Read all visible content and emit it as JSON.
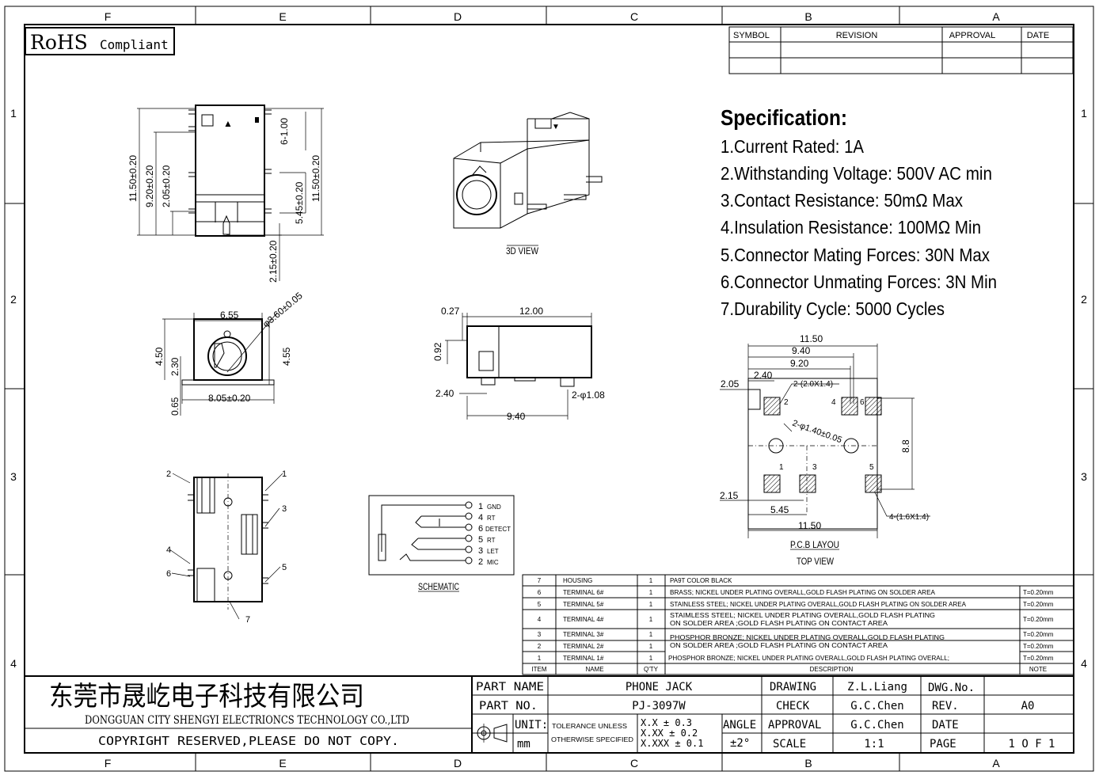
{
  "frame": {
    "col_labels": [
      "F",
      "E",
      "D",
      "C",
      "B",
      "A"
    ],
    "row_labels": [
      "1",
      "2",
      "3",
      "4"
    ]
  },
  "rohs": {
    "main": "RoHS",
    "sub": "Compliant"
  },
  "revision_table": {
    "headers": [
      "SYMBOL",
      "REVISION",
      "APPROVAL",
      "DATE"
    ]
  },
  "specification": {
    "title": "Specification:",
    "items": [
      "1.Current Rated: 1A",
      "2.Withstanding Voltage: 500V AC min",
      "3.Contact Resistance: 50mΩ Max",
      "4.Insulation Resistance: 100MΩ Min",
      "5.Connector Mating Forces: 30N Max",
      "6.Connector Unmating Forces: 3N Min",
      "7.Durability Cycle: 5000 Cycles"
    ]
  },
  "views": {
    "view3d": "3D VIEW",
    "schematic": "SCHEMATIC",
    "pcb_title": "P.C.B LAYOU",
    "pcb_sub": "TOP VIEW"
  },
  "dims_top": {
    "d1": "11.50±0.20",
    "d2": "9.20±0.20",
    "d3": "2.05±0.20",
    "d4": "6-1.00",
    "d5": "5.45±0.20",
    "d6": "11.50±0.20",
    "d7": "2.15±0.20"
  },
  "dims_front": {
    "w": "6.55",
    "dia": "φ3.60±0.05",
    "h1": "4.50",
    "h2": "2.30",
    "h3": "4.55",
    "base": "8.05±0.20",
    "foot": "0.65"
  },
  "dims_side": {
    "a": "0.27",
    "b": "12.00",
    "c": "0.92",
    "d": "2.40",
    "e": "2-φ1.08",
    "f": "9.40"
  },
  "pins_bottom": [
    "2",
    "1",
    "3",
    "4",
    "5",
    "6",
    "7"
  ],
  "schematic_pins": [
    {
      "num": "1",
      "name": "GND"
    },
    {
      "num": "4",
      "name": "RT"
    },
    {
      "num": "6",
      "name": "DETECT"
    },
    {
      "num": "5",
      "name": "RT"
    },
    {
      "num": "3",
      "name": "LET"
    },
    {
      "num": "2",
      "name": "MIC"
    }
  ],
  "pcb_dims": {
    "a": "11.50",
    "b": "9.40",
    "c": "9.20",
    "d": "2.40",
    "e": "2.05",
    "pad_top": "2-(2.0X1.4)",
    "hole": "2-φ1.40±0.05",
    "h": "8.8",
    "f": "2.15",
    "g": "5.45",
    "bottom": "11.50",
    "pad_bottom": "4-(1.6X1.4)",
    "pad_nums": [
      "2",
      "4",
      "6",
      "1",
      "3",
      "5"
    ]
  },
  "bom": {
    "rows": [
      {
        "item": "7",
        "name": "HOUSING",
        "qty": "1",
        "desc": "PA9T   COLOR BLACK",
        "note": ""
      },
      {
        "item": "6",
        "name": "TERMINAL  6#",
        "qty": "1",
        "desc": "BRASS; NICKEL UNDER PLATING OVERALL,GOLD FLASH PLATING ON SOLDER AREA",
        "note": "T=0.20mm"
      },
      {
        "item": "5",
        "name": "TERMINAL  5#",
        "qty": "1",
        "desc": "STAINLESS STEEL; NICKEL UNDER PLATING OVERALL,GOLD FLASH PLATING ON SOLDER AREA",
        "note": "T=0.20mm"
      },
      {
        "item": "4",
        "name": "TERMINAL  4#",
        "qty": "1",
        "desc": "STAIMLESS STEEL; NICKEL UNDER PLATING OVERALL,GOLD FLASH PLATING",
        "desc2": "ON SOLDER AREA ;GOLD FLASH PLATING ON CONTACT AREA",
        "note": "T=0.20mm"
      },
      {
        "item": "3",
        "name": "TERMINAL  3#",
        "qty": "1",
        "desc": "PHOSPHOR BRONZE; NICKEL UNDER PLATING OVERALL,GOLD FLASH PLATING",
        "desc2": "ON SOLDER AREA ;GOLD FLASH PLATING ON CONTACT AREA",
        "note": "T=0.20mm"
      },
      {
        "item": "2",
        "name": "TERMINAL  2#",
        "qty": "1",
        "desc": "",
        "note": "T=0.20mm"
      },
      {
        "item": "1",
        "name": "TERMINAL  1#",
        "qty": "1",
        "desc": "PHOSPHOR BRONZE; NICKEL UNDER PLATING OVERALL,GOLD FLASH PLATING OVERALL;",
        "note": "T=0.20mm"
      }
    ],
    "headers": {
      "item": "ITEM",
      "name": "NAME",
      "qty": "Q'TY",
      "desc": "DESCRIPTION",
      "note": "NOTE"
    }
  },
  "title_block": {
    "company_cn": "东莞市晟屹电子科技有限公司",
    "company_en": "DONGGUAN CITY SHENGYI ELECTRIONCS TECHNOLOGY CO.,LTD",
    "copyright": "COPYRIGHT RESERVED,PLEASE DO NOT COPY.",
    "part_name_label": "PART NAME",
    "part_name": "PHONE JACK",
    "part_no_label": "PART NO.",
    "part_no": "PJ-3097W",
    "unit_label": "UNIT:",
    "unit": "mm",
    "tol_label1": "TOLERANCE UNLESS",
    "tol_label2": "OTHERWISE SPECIFIED",
    "tol1": "X.X ± 0.3",
    "tol2": "X.XX ± 0.2",
    "tol3": "X.XXX ± 0.1",
    "angle_label": "ANGLE",
    "angle": "±2°",
    "drawing_label": "DRAWING",
    "drawing": "Z.L.Liang",
    "check_label": "CHECK",
    "check": "G.C.Chen",
    "approval_label": "APPROVAL",
    "approval": "G.C.Chen",
    "scale_label": "SCALE",
    "scale": "1:1",
    "dwg_label": "DWG.No.",
    "dwg": "",
    "rev_label": "REV.",
    "rev": "A0",
    "date_label": "DATE",
    "date": "",
    "page_label": "PAGE",
    "page": "1 O F 1"
  }
}
